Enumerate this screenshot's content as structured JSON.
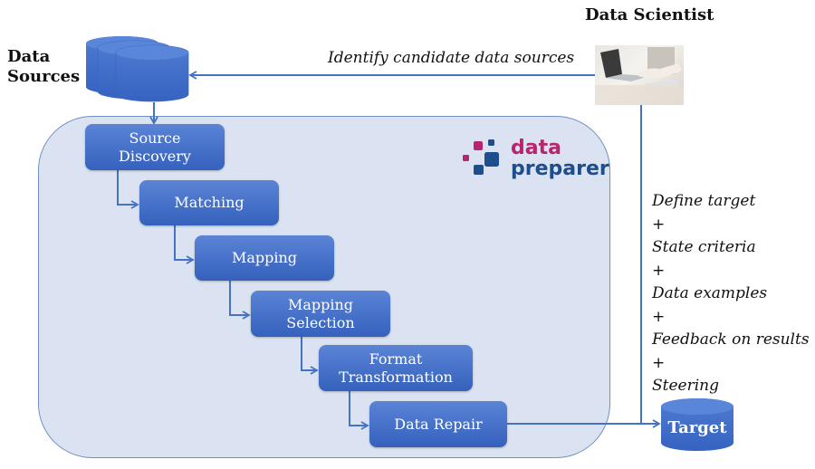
{
  "labels": {
    "data_sources": [
      "Data",
      "Sources"
    ],
    "data_scientist": "Data Scientist",
    "identify_sources": "Identify candidate data sources",
    "target": "Target"
  },
  "logo": {
    "line1": "data",
    "line2": "preparer",
    "colors": {
      "magenta": "#b8256e",
      "navy": "#1f4e8c"
    }
  },
  "steps": [
    {
      "label": "Source Discovery"
    },
    {
      "label": "Matching"
    },
    {
      "label": "Mapping"
    },
    {
      "label": "Mapping Selection"
    },
    {
      "label": "Format Transformation"
    },
    {
      "label": "Data Repair"
    }
  ],
  "feedback": {
    "items": [
      "Define target",
      "+",
      "State criteria",
      "+",
      "Data examples",
      "+",
      "Feedback on results",
      "+",
      "Steering"
    ]
  },
  "colors": {
    "step_blue": "#4472c4",
    "container_fill": "#dbe3f2",
    "arrow": "#4472c4"
  }
}
